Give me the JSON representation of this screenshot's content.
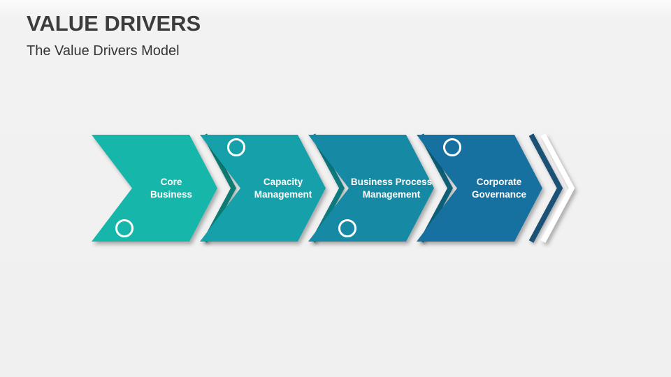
{
  "slide": {
    "title": "VALUE DRIVERS",
    "subtitle": "The Value Drivers Model",
    "background_color": "#f0f0f1"
  },
  "process": {
    "steps": [
      {
        "label": "Core Business",
        "lines": [
          "Core",
          "Business"
        ],
        "color": "#18b7aa",
        "separator_color": "#107c74",
        "circle_position": "bottom"
      },
      {
        "label": "Capacity Management",
        "lines": [
          "Capacity",
          "Management"
        ],
        "color": "#15a1aa",
        "separator_color": "#0e7a80",
        "circle_position": "top"
      },
      {
        "label": "Business Process Management",
        "lines": [
          "Business Process",
          "Management"
        ],
        "color": "#148aa4",
        "separator_color": "#0e5f78",
        "circle_position": "bottom"
      },
      {
        "label": "Corporate Governance",
        "lines": [
          "Corporate",
          "Governance"
        ],
        "color": "#166fa0",
        "separator_color": "#1b5176",
        "circle_position": "top"
      }
    ],
    "tail": {
      "stripe_color": "#1b5176",
      "white_stripe_color": "#ffffff"
    },
    "text_color": "#ffffff",
    "circle_color": "#ffffff"
  }
}
